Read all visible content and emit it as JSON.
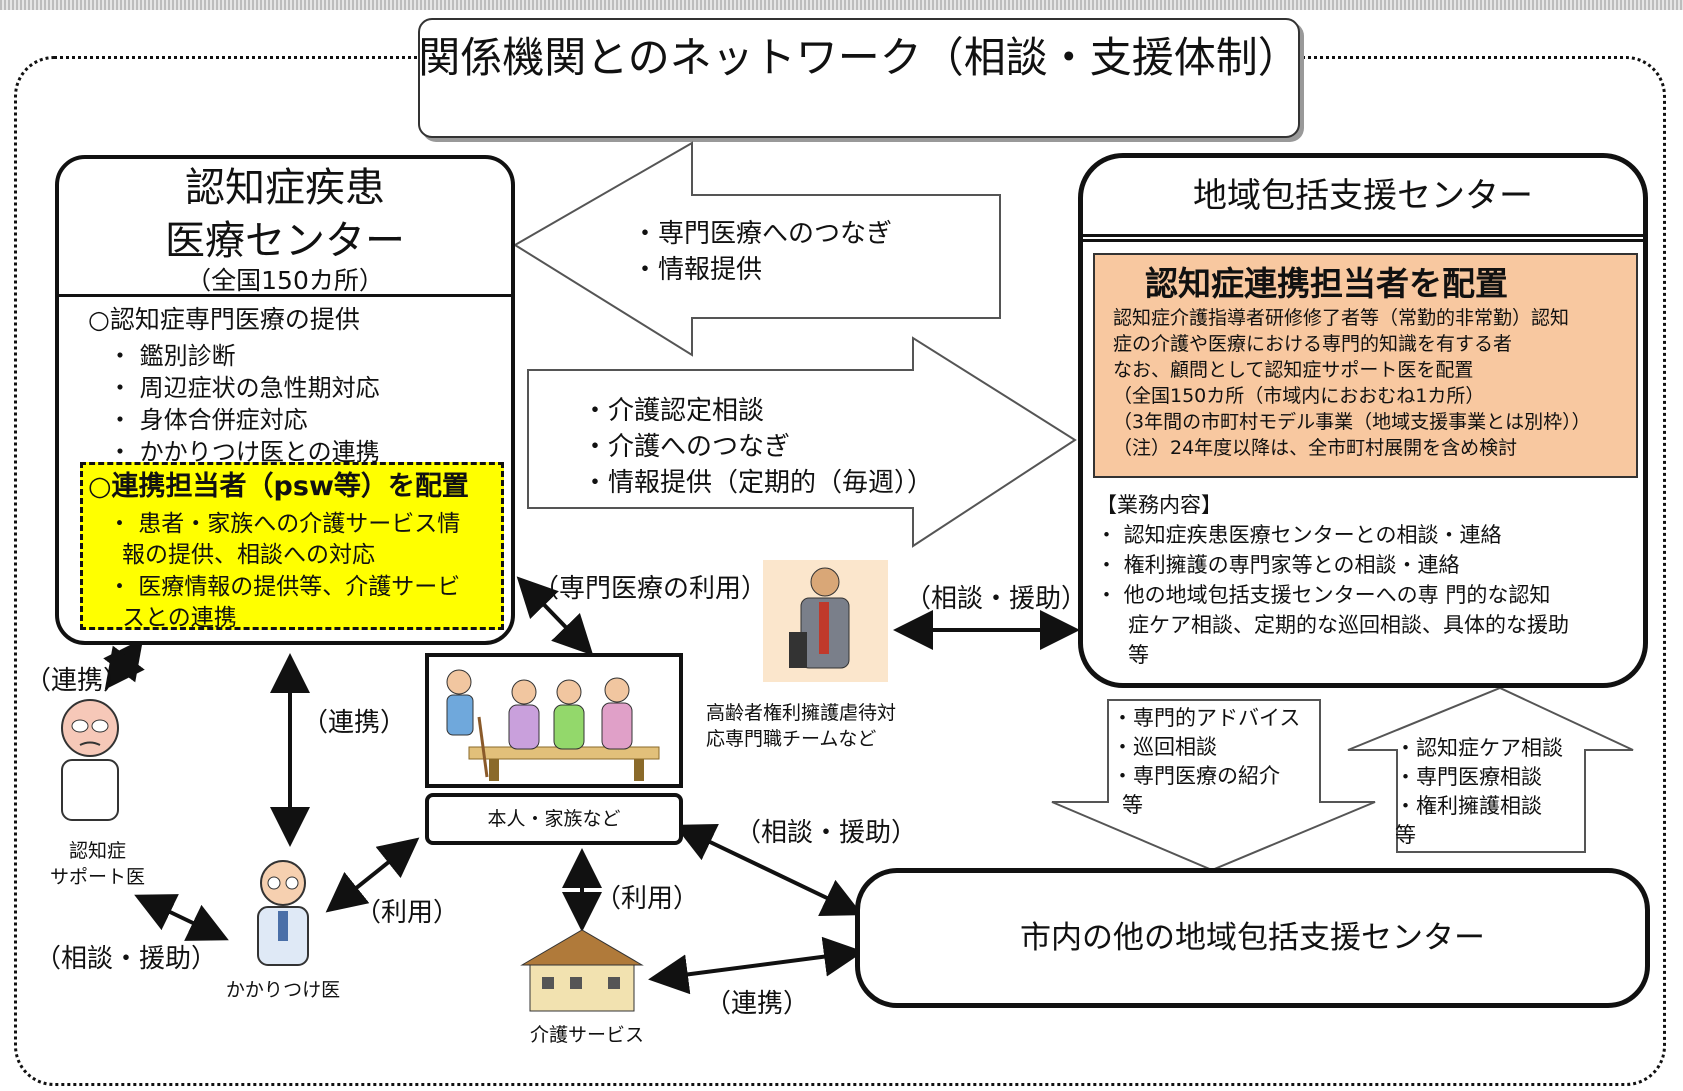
{
  "title": "関係機関とのネットワーク（相談・支援体制）",
  "center_left": {
    "name_line1": "認知症疾患",
    "name_line2": "医療センター",
    "count": "（全国150カ所）",
    "section": "○認知症専門医療の提供",
    "items": [
      "・ 鑑別診断",
      "・ 周辺症状の急性期対応",
      "・ 身体合併症対応",
      "・ かかりつけ医との連携"
    ],
    "highlight_title": "○連携担当者（psw等）を配置",
    "highlight_items": [
      "・ 患者・家族への介護サービス情",
      "報の提供、相談への対応",
      "・ 医療情報の提供等、介護サービ",
      "スとの連携"
    ]
  },
  "arrow_left": {
    "lines": [
      "・専門医療へのつなぎ",
      "・情報提供"
    ]
  },
  "arrow_right": {
    "lines": [
      "・介護認定相談",
      "・介護へのつなぎ",
      "・情報提供（定期的（毎週））"
    ]
  },
  "center_right": {
    "name": "地域包括支援センター",
    "assign_title": "認知症連携担当者を配置",
    "assign_lines": [
      "認知症介護指導者研修修了者等（常勤的非常勤）認知",
      "症の介護や医療における専門的知識を有する者",
      "なお、顧問として認知症サポート医を配置",
      "（全国150カ所（市域内におおむね1カ所）",
      "（3年間の市町村モデル事業（地域支援事業とは別枠））",
      "（注）24年度以降は、全市町村展開を含め検討"
    ],
    "duties_title": "【業務内容】",
    "duties": [
      "・ 認知症疾患医療センターとの相談・連絡",
      "・ 権利擁護の専門家等との相談・連絡",
      "・ 他の地域包括支援センターへの専 門的な認知",
      "症ケア相談、定期的な巡回相談、具体的な援助",
      "等"
    ]
  },
  "other_center": {
    "name": "市内の他の地域包括支援センター"
  },
  "down_arrow": {
    "lines": [
      "・専門的アドバイス",
      "・巡回相談",
      "・専門医療の紹介",
      "等"
    ]
  },
  "up_arrow": {
    "lines": [
      "・認知症ケア相談",
      "・専門医療相談",
      "・権利擁護相談",
      "等"
    ]
  },
  "people": {
    "family_label": "本人・家族など",
    "support_doctor": [
      "認知症",
      "サポート医"
    ],
    "gp": "かかりつけ医",
    "care_service": "介護サービス",
    "elder_team": [
      "高齢者権利擁護虐待対",
      "応専門職チームなど"
    ]
  },
  "labels": {
    "renkei_top": "（連携）",
    "renkei_mid": "（連携）",
    "senmon_riyou": "（専門医療の利用）",
    "soudan_enjo_team": "（相談・援助）",
    "soudan_enjo_other": "（相談・援助）",
    "soudan_enjo_gp": "（相談・援助）",
    "riyou_gp": "（利用）",
    "riyou_care": "（利用）",
    "renkei_care": "（連携）"
  },
  "colors": {
    "highlight_yellow": "#ffff00",
    "assign_orange": "#f8c8a0"
  }
}
